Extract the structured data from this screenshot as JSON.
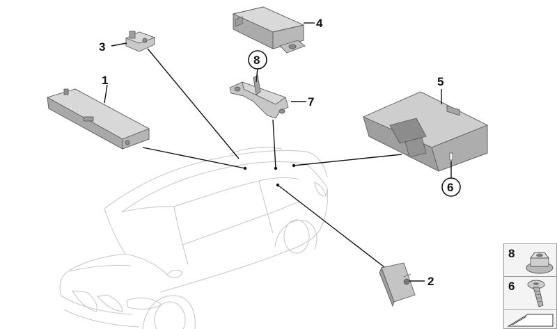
{
  "callouts": {
    "c1": "1",
    "c2": "2",
    "c3": "3",
    "c4": "4",
    "c5": "5",
    "c6": "6",
    "c7": "7",
    "c8": "8"
  },
  "legend": [
    {
      "number": "8",
      "icon": "flange-nut-icon"
    },
    {
      "number": "6",
      "icon": "torx-bolt-icon"
    }
  ],
  "colors": {
    "part_fill": "#c4c4c4",
    "part_shade": "#9c9c9c",
    "car_line": "#c9c9c9",
    "leader_line": "#111111"
  }
}
